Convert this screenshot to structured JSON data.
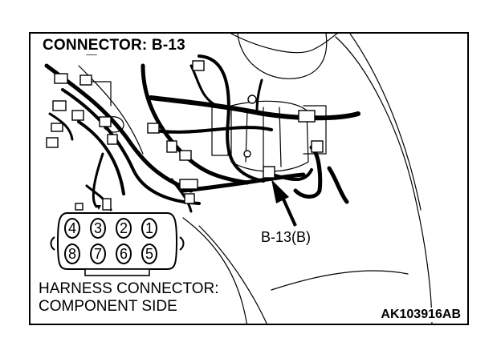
{
  "diagram": {
    "title": "CONNECTOR: B-13",
    "callout_label": "B-13(B)",
    "caption_line1": "HARNESS CONNECTOR:",
    "caption_line2": "COMPONENT SIDE",
    "figure_code": "AK103916AB",
    "connector_pins_top": [
      "4",
      "3",
      "2",
      "1"
    ],
    "connector_pins_bottom": [
      "8",
      "7",
      "6",
      "5"
    ],
    "colors": {
      "line": "#000000",
      "background": "#ffffff"
    }
  }
}
